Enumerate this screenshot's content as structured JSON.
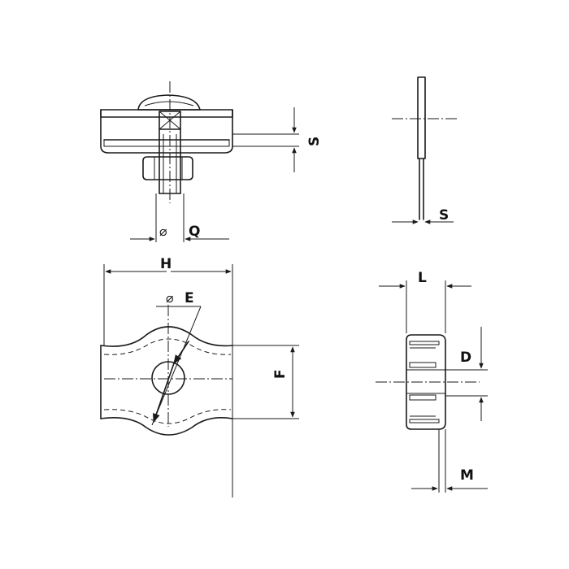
{
  "labels": {
    "Q": "Q",
    "S_top": "S",
    "S_side": "S",
    "H": "H",
    "E": "E",
    "diameter_sign": "⌀",
    "F": "F",
    "L": "L",
    "D": "D",
    "M": "M"
  },
  "views": [
    "front-section-view",
    "side-view-plate",
    "top-view",
    "side-view-clamp"
  ]
}
